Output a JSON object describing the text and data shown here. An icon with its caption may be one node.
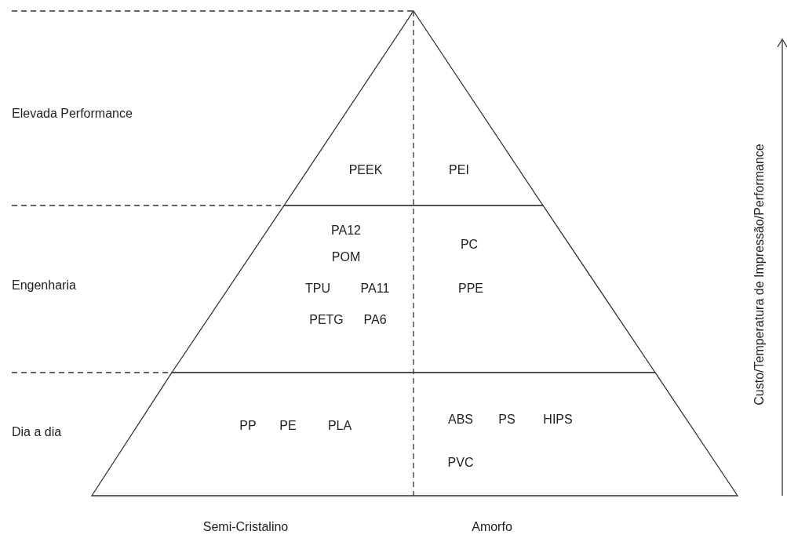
{
  "diagram": {
    "nodes": [
      {
        "text": [
          "PEEK",
          "PEI"
        ]
      },
      {
        "text": [
          "PA12",
          "POM",
          "TPU",
          "PA11",
          "PETG",
          "PA6",
          "PC",
          "PPE"
        ]
      },
      {
        "text": [
          "PP",
          "PE",
          "PLA",
          "ABS",
          "PS",
          "HIPS",
          "PVC"
        ]
      }
    ],
    "edges": [],
    "labels": [
      "Elevada Performance",
      "Engenharia",
      "Dia a dia",
      "Custo/Temperatura de Impressão/Performance",
      "Semi-Cristalino",
      "Amorfo"
    ]
  }
}
